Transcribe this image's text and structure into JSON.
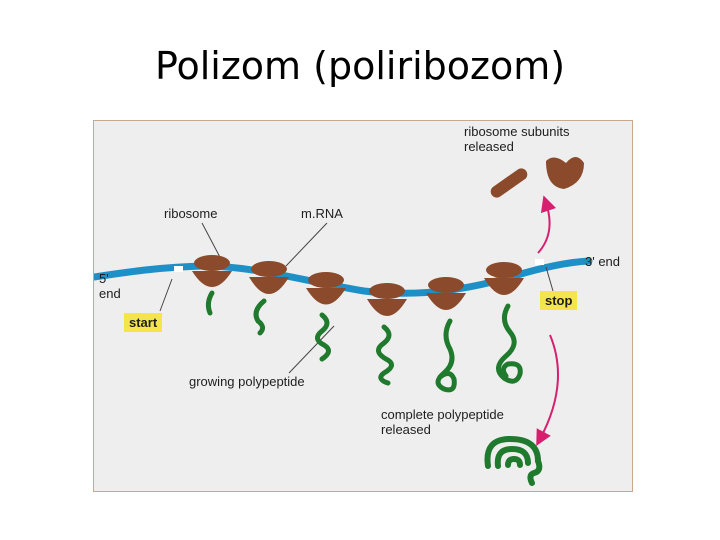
{
  "slide": {
    "title": "Polizom (poliribozom)"
  },
  "diagram": {
    "labels": {
      "subunits_released": "ribosome subunits\nreleased",
      "ribosome": "ribosome",
      "mrna": "m.RNA",
      "five_prime": "5'\nend",
      "three_prime": "3' end",
      "start": "start",
      "stop": "stop",
      "growing": "growing polypeptide",
      "complete": "complete polypeptide\nreleased"
    },
    "colors": {
      "panel_bg": "#efeeee",
      "mrna": "#1e90c8",
      "ribosome": "#8b4a2b",
      "polypeptide": "#1f7a2e",
      "arrow": "#d6206f",
      "highlight": "#f4e64a"
    },
    "icons": [
      "ribosome-icon",
      "polypeptide-icon",
      "release-arrow-icon"
    ]
  }
}
